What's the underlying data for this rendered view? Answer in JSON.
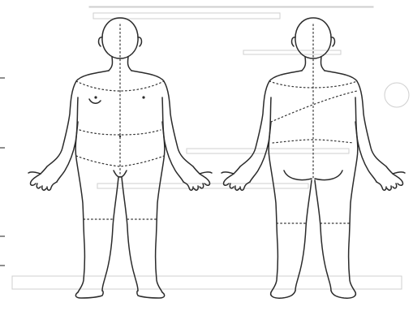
{
  "diagram": {
    "figures": [
      {
        "name": "front-view",
        "regions": [
          "head",
          "chest",
          "abdomen",
          "pelvis",
          "left-arm",
          "right-arm",
          "left-leg",
          "right-leg"
        ]
      },
      {
        "name": "back-view",
        "regions": [
          "head",
          "upper-back",
          "lower-back",
          "buttocks",
          "left-arm",
          "right-arm",
          "left-leg",
          "right-leg"
        ]
      }
    ],
    "colors": {
      "line": "#2b2b2b",
      "region-boundary": "#333333",
      "bleed-through": "#cfcfcf",
      "background": "#ffffff"
    }
  }
}
